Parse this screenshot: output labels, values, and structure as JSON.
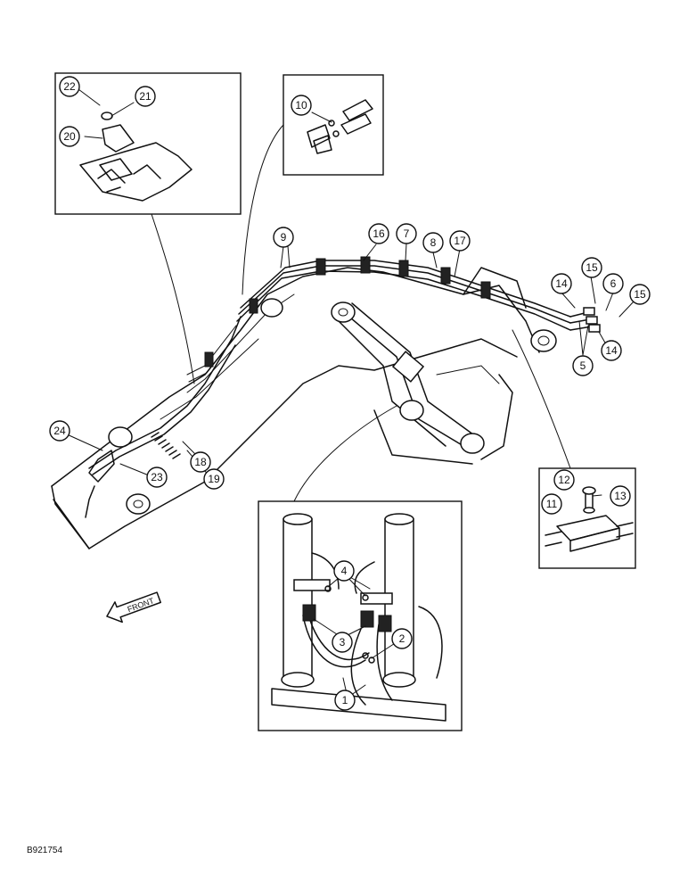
{
  "figure": {
    "front_label": "FRONT",
    "document_code": "B921754"
  },
  "callouts": [
    {
      "id": "c1",
      "text": "1"
    },
    {
      "id": "c2",
      "text": "2"
    },
    {
      "id": "c3",
      "text": "3"
    },
    {
      "id": "c4",
      "text": "4"
    },
    {
      "id": "c5",
      "text": "5"
    },
    {
      "id": "c6",
      "text": "6"
    },
    {
      "id": "c7",
      "text": "7"
    },
    {
      "id": "c8",
      "text": "8"
    },
    {
      "id": "c9",
      "text": "9"
    },
    {
      "id": "c10",
      "text": "10"
    },
    {
      "id": "c11",
      "text": "11"
    },
    {
      "id": "c12",
      "text": "12"
    },
    {
      "id": "c13",
      "text": "13"
    },
    {
      "id": "c14a",
      "text": "14"
    },
    {
      "id": "c14b",
      "text": "14"
    },
    {
      "id": "c15a",
      "text": "15"
    },
    {
      "id": "c15b",
      "text": "15"
    },
    {
      "id": "c16",
      "text": "16"
    },
    {
      "id": "c17",
      "text": "17"
    },
    {
      "id": "c18",
      "text": "18"
    },
    {
      "id": "c19",
      "text": "19"
    },
    {
      "id": "c20",
      "text": "20"
    },
    {
      "id": "c21",
      "text": "21"
    },
    {
      "id": "c22",
      "text": "22"
    },
    {
      "id": "c23",
      "text": "23"
    },
    {
      "id": "c24",
      "text": "24"
    }
  ]
}
